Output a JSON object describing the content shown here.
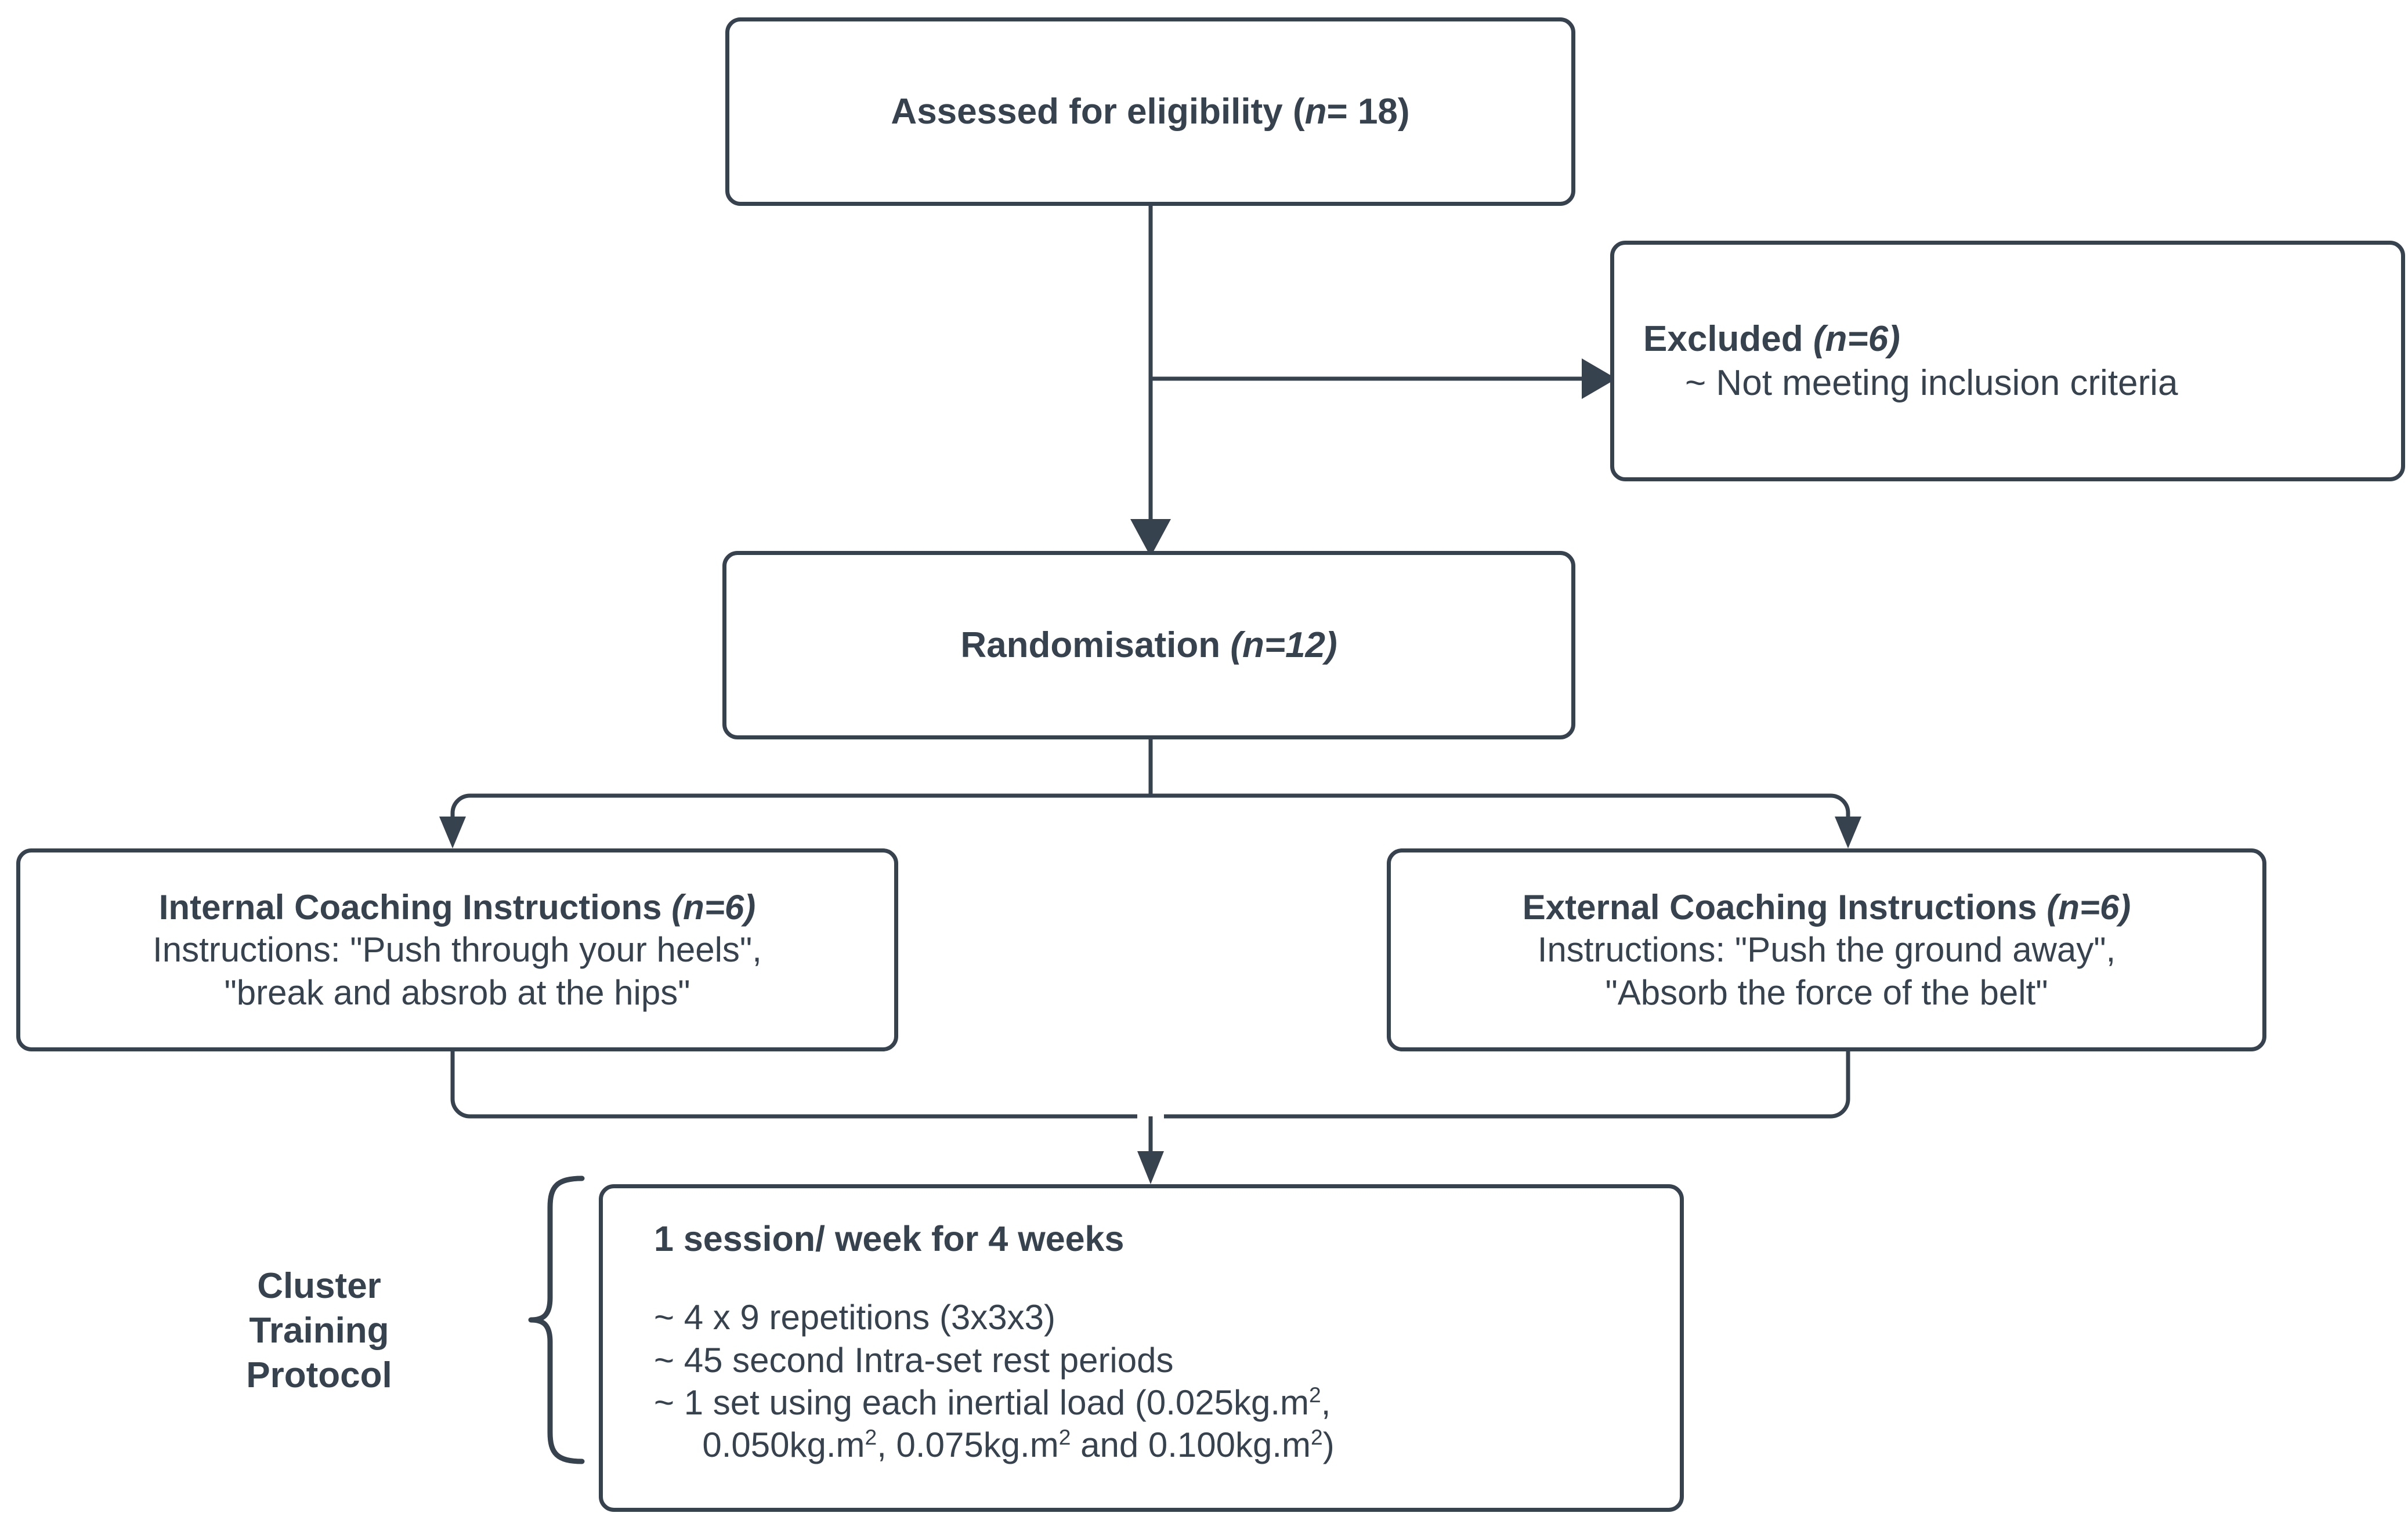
{
  "diagram": {
    "type": "consort-flow-diagram",
    "stroke_color": "#37424f",
    "background": "#ffffff",
    "nodes": {
      "eligibility": {
        "label_plain": "Assessed for eligibility (n= 18)",
        "bold_prefix": "Assessed for eligibility (",
        "italic_part": "n",
        "bold_suffix": "= 18)"
      },
      "excluded": {
        "title_bold": "Excluded ",
        "title_italic": "(n=6)",
        "reason": "~ Not meeting inclusion criteria"
      },
      "randomisation": {
        "bold_prefix": "Randomisation ",
        "italic_part": "(n=12)"
      },
      "internal": {
        "title_bold": "Internal Coaching Instructions ",
        "title_italic": "(n=6)",
        "line2": "Instructions: \"Push through your heels\",",
        "line3": "\"break and absrob at the hips\""
      },
      "external": {
        "title_bold": "External Coaching Instructions ",
        "title_italic": "(n=6)",
        "line2": "Instructions: \"Push the ground away\",",
        "line3": "\"Absorb the force of the belt\""
      },
      "protocol": {
        "heading": "1 session/ week for 4 weeks",
        "bullet1": "~ 4 x 9 repetitions (3x3x3)",
        "bullet2": "~ 45 second Intra-set rest periods",
        "bullet3_a": "~ 1 set using each inertial load (0.025kg.m",
        "bullet3_sup1": "2",
        "bullet3_b": ",",
        "bullet4_indent": "     0.050kg.m",
        "bullet4_sup1": "2",
        "bullet4_b": ", 0.075kg.m",
        "bullet4_sup2": "2",
        "bullet4_c": " and 0.100kg.m",
        "bullet4_sup3": "2",
        "bullet4_d": ")"
      }
    },
    "annotations": {
      "cluster_brace_label": "Cluster\nTraining\nProtocol"
    },
    "edges": [
      {
        "from": "eligibility",
        "to": "randomisation",
        "style": "straight-arrow-down"
      },
      {
        "from": "eligibility",
        "to": "excluded",
        "style": "branch-right-arrow"
      },
      {
        "from": "randomisation",
        "to": "internal",
        "style": "split-left-arrow"
      },
      {
        "from": "randomisation",
        "to": "external",
        "style": "split-right-arrow"
      },
      {
        "from": "internal+external",
        "to": "protocol",
        "style": "merge-down-arrow"
      }
    ]
  }
}
